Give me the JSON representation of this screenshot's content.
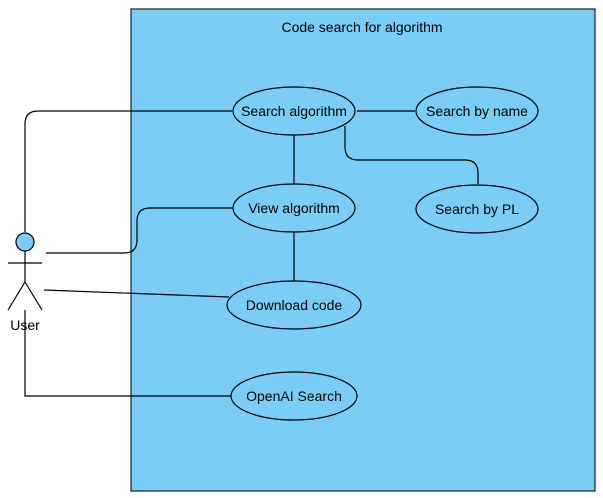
{
  "system": {
    "title": "Code search for algorithm",
    "fill_color": "#7acdf4",
    "stroke_color": "#1c1c1c"
  },
  "actor": {
    "label": "User",
    "head_color": "#7acdf4"
  },
  "use_cases": {
    "search_algorithm": "Search algorithm",
    "search_by_name": "Search by name",
    "search_by_pl": "Search by PL",
    "view_algorithm": "View algorithm",
    "download_code": "Download code",
    "openai_search": "OpenAI Search"
  }
}
